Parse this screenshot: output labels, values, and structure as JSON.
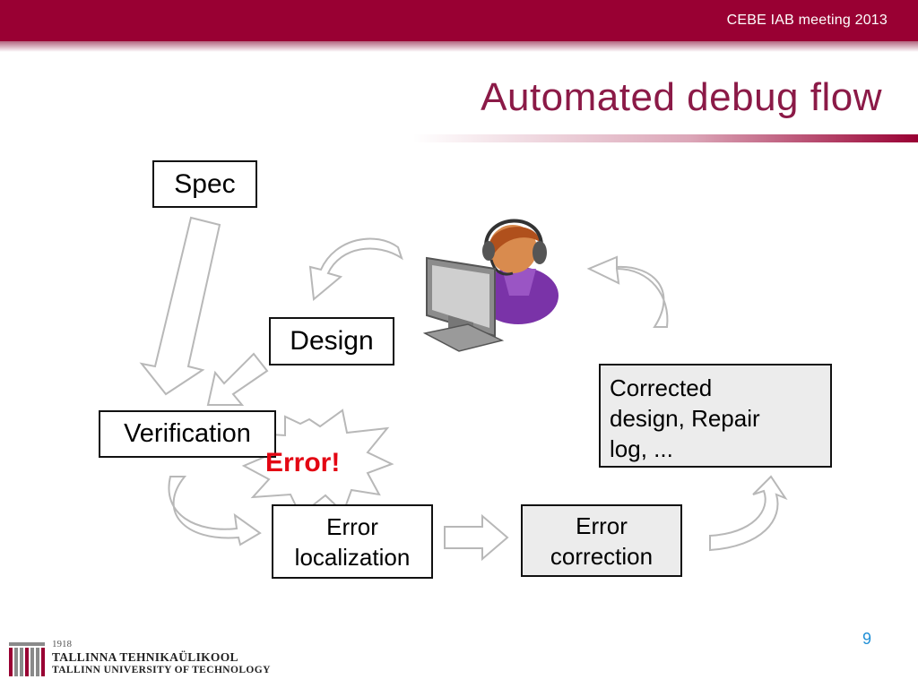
{
  "header": {
    "meeting": "CEBE IAB meeting 2013",
    "title": "Automated debug flow"
  },
  "diagram": {
    "spec": "Spec",
    "design": "Design",
    "verification": "Verification",
    "error_label": "Error!",
    "error_localization": [
      "Error",
      "localization"
    ],
    "error_correction": [
      "Error",
      "correction"
    ],
    "corrected": [
      "Corrected",
      "design, Repair",
      "log, ..."
    ]
  },
  "footer": {
    "page_number": "9",
    "logo_year": "1918",
    "logo_name": "TALLINNA TEHNIKAÜLIKOOL",
    "logo_subtitle": "TALLINN UNIVERSITY OF TECHNOLOGY"
  },
  "colors": {
    "brand": "#990033",
    "title": "#8b1a47",
    "error": "#e30613",
    "page_number": "#1f8fd6"
  }
}
